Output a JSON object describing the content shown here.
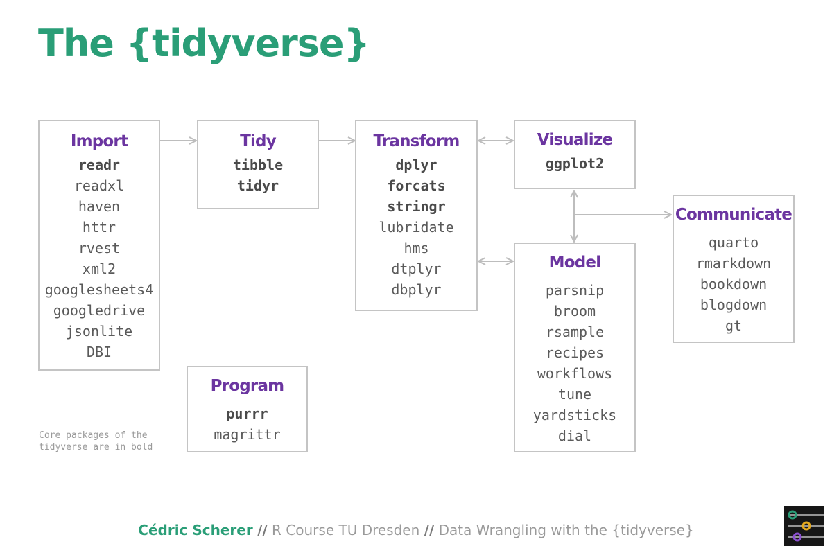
{
  "title": "The {tidyverse}",
  "boxes": {
    "import": {
      "title": "Import",
      "packages": [
        {
          "name": "readr",
          "core": true
        },
        {
          "name": "readxl",
          "core": false
        },
        {
          "name": "haven",
          "core": false
        },
        {
          "name": "httr",
          "core": false
        },
        {
          "name": "rvest",
          "core": false
        },
        {
          "name": "xml2",
          "core": false
        },
        {
          "name": "googlesheets4",
          "core": false
        },
        {
          "name": "googledrive",
          "core": false
        },
        {
          "name": "jsonlite",
          "core": false
        },
        {
          "name": "DBI",
          "core": false
        }
      ]
    },
    "tidy": {
      "title": "Tidy",
      "packages": [
        {
          "name": "tibble",
          "core": true
        },
        {
          "name": "tidyr",
          "core": true
        }
      ]
    },
    "transform": {
      "title": "Transform",
      "packages": [
        {
          "name": "dplyr",
          "core": true
        },
        {
          "name": "forcats",
          "core": true
        },
        {
          "name": "stringr",
          "core": true
        },
        {
          "name": "lubridate",
          "core": false
        },
        {
          "name": "hms",
          "core": false
        },
        {
          "name": "dtplyr",
          "core": false
        },
        {
          "name": "dbplyr",
          "core": false
        }
      ]
    },
    "visualize": {
      "title": "Visualize",
      "packages": [
        {
          "name": "ggplot2",
          "core": true
        }
      ]
    },
    "model": {
      "title": "Model",
      "packages": [
        {
          "name": "parsnip",
          "core": false
        },
        {
          "name": "broom",
          "core": false
        },
        {
          "name": "rsample",
          "core": false
        },
        {
          "name": "recipes",
          "core": false
        },
        {
          "name": "workflows",
          "core": false
        },
        {
          "name": "tune",
          "core": false
        },
        {
          "name": "yardsticks",
          "core": false
        },
        {
          "name": "dial",
          "core": false
        }
      ]
    },
    "communicate": {
      "title": "Communicate",
      "packages": [
        {
          "name": "quarto",
          "core": false
        },
        {
          "name": "rmarkdown",
          "core": false
        },
        {
          "name": "bookdown",
          "core": false
        },
        {
          "name": "blogdown",
          "core": false
        },
        {
          "name": "gt",
          "core": false
        }
      ]
    },
    "program": {
      "title": "Program",
      "packages": [
        {
          "name": "purrr",
          "core": true
        },
        {
          "name": "magrittr",
          "core": false
        }
      ]
    }
  },
  "note": [
    "Core packages of the",
    "tidyverse are in bold"
  ],
  "footer": {
    "author": "Cédric Scherer",
    "separator": "//",
    "course": "R Course TU Dresden",
    "topic": "Data Wrangling with the {tidyverse}"
  },
  "colors": {
    "title_green": "#2a9e77",
    "box_title_purple": "#6b35a0",
    "border_gray": "#c4c4c4",
    "logo_green": "#2a9e77",
    "logo_yellow": "#e5a91e",
    "logo_purple": "#8b4fd0"
  }
}
